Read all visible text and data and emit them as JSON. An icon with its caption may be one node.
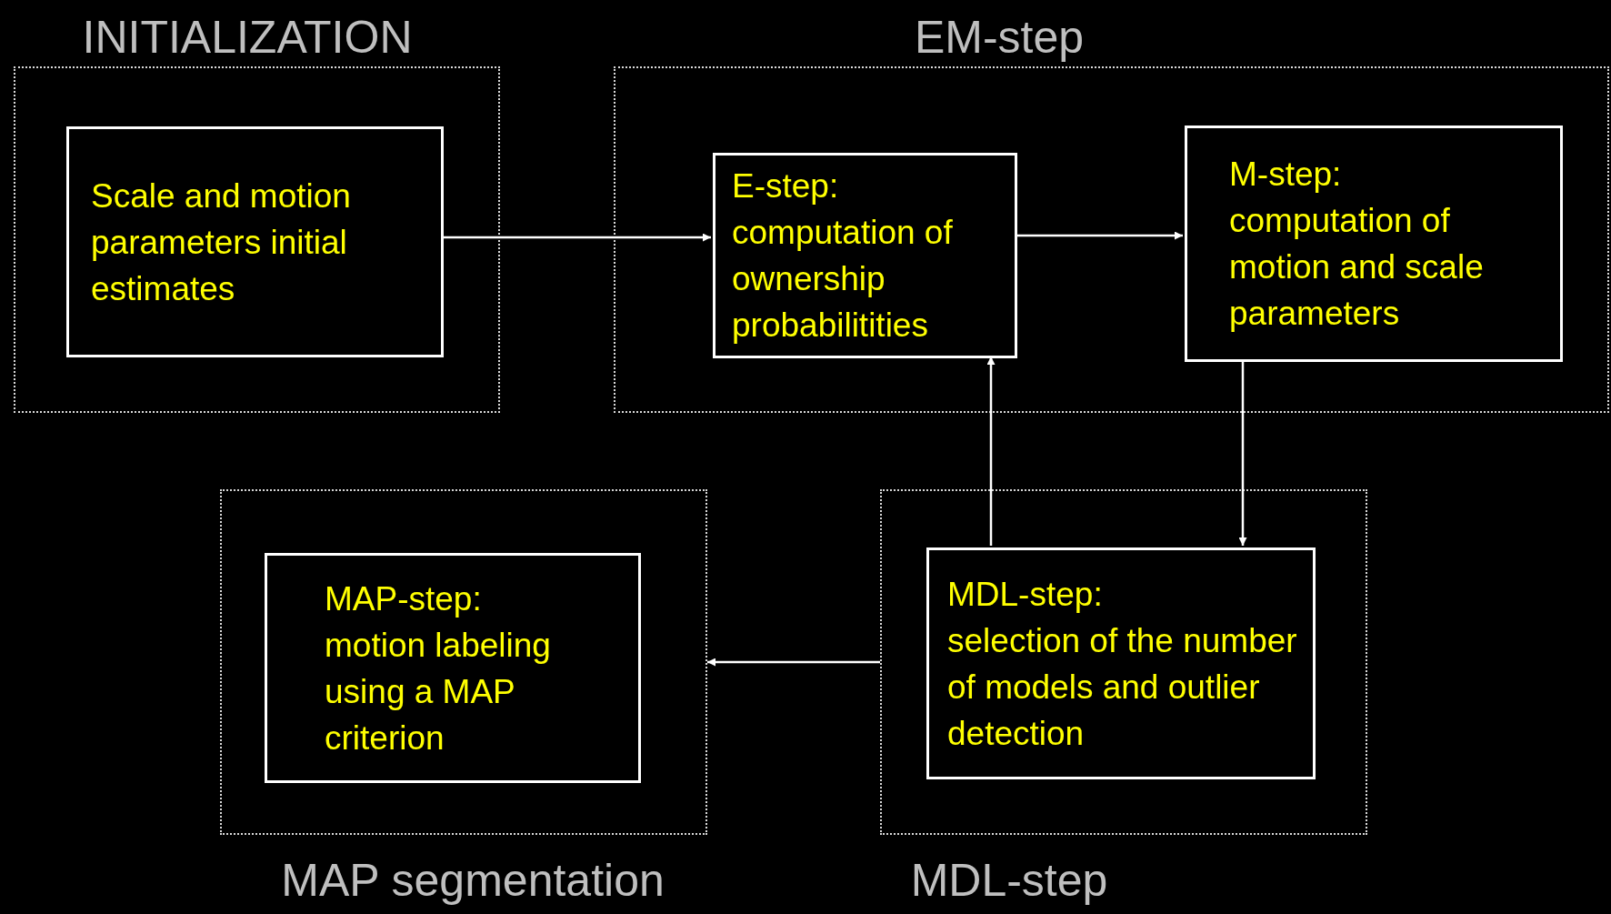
{
  "diagram": {
    "nodes": [
      {
        "text": [
          "INITIALIZATION"
        ]
      },
      {
        "text": [
          "Scale and motion parameters initial estimates"
        ],
        "in": 0
      },
      {
        "text": [
          "EM-step"
        ]
      },
      {
        "text": [
          "E-step:",
          "computation of ownership probabilitities"
        ],
        "in": 2
      },
      {
        "text": [
          "M-step:",
          "computation of motion and scale parameters"
        ],
        "in": 2
      },
      {
        "text": [
          "MAP segmentation"
        ]
      },
      {
        "text": [
          "MAP-step:",
          "motion labeling using a MAP criterion"
        ],
        "in": 5
      },
      {
        "text": [
          "MDL-step"
        ]
      },
      {
        "text": [
          "MDL-step:",
          "selection of the number of models and outlier detection"
        ],
        "in": 7
      }
    ],
    "edges": [
      {
        "from": 1,
        "to": 3,
        "arrow": "to"
      },
      {
        "from": 3,
        "to": 4,
        "arrow": "to"
      },
      {
        "from": 4,
        "to": 8,
        "arrow": "to"
      },
      {
        "from": 8,
        "to": 3,
        "arrow": "to"
      },
      {
        "from": 7,
        "to": 5,
        "arrow": "to"
      }
    ]
  }
}
